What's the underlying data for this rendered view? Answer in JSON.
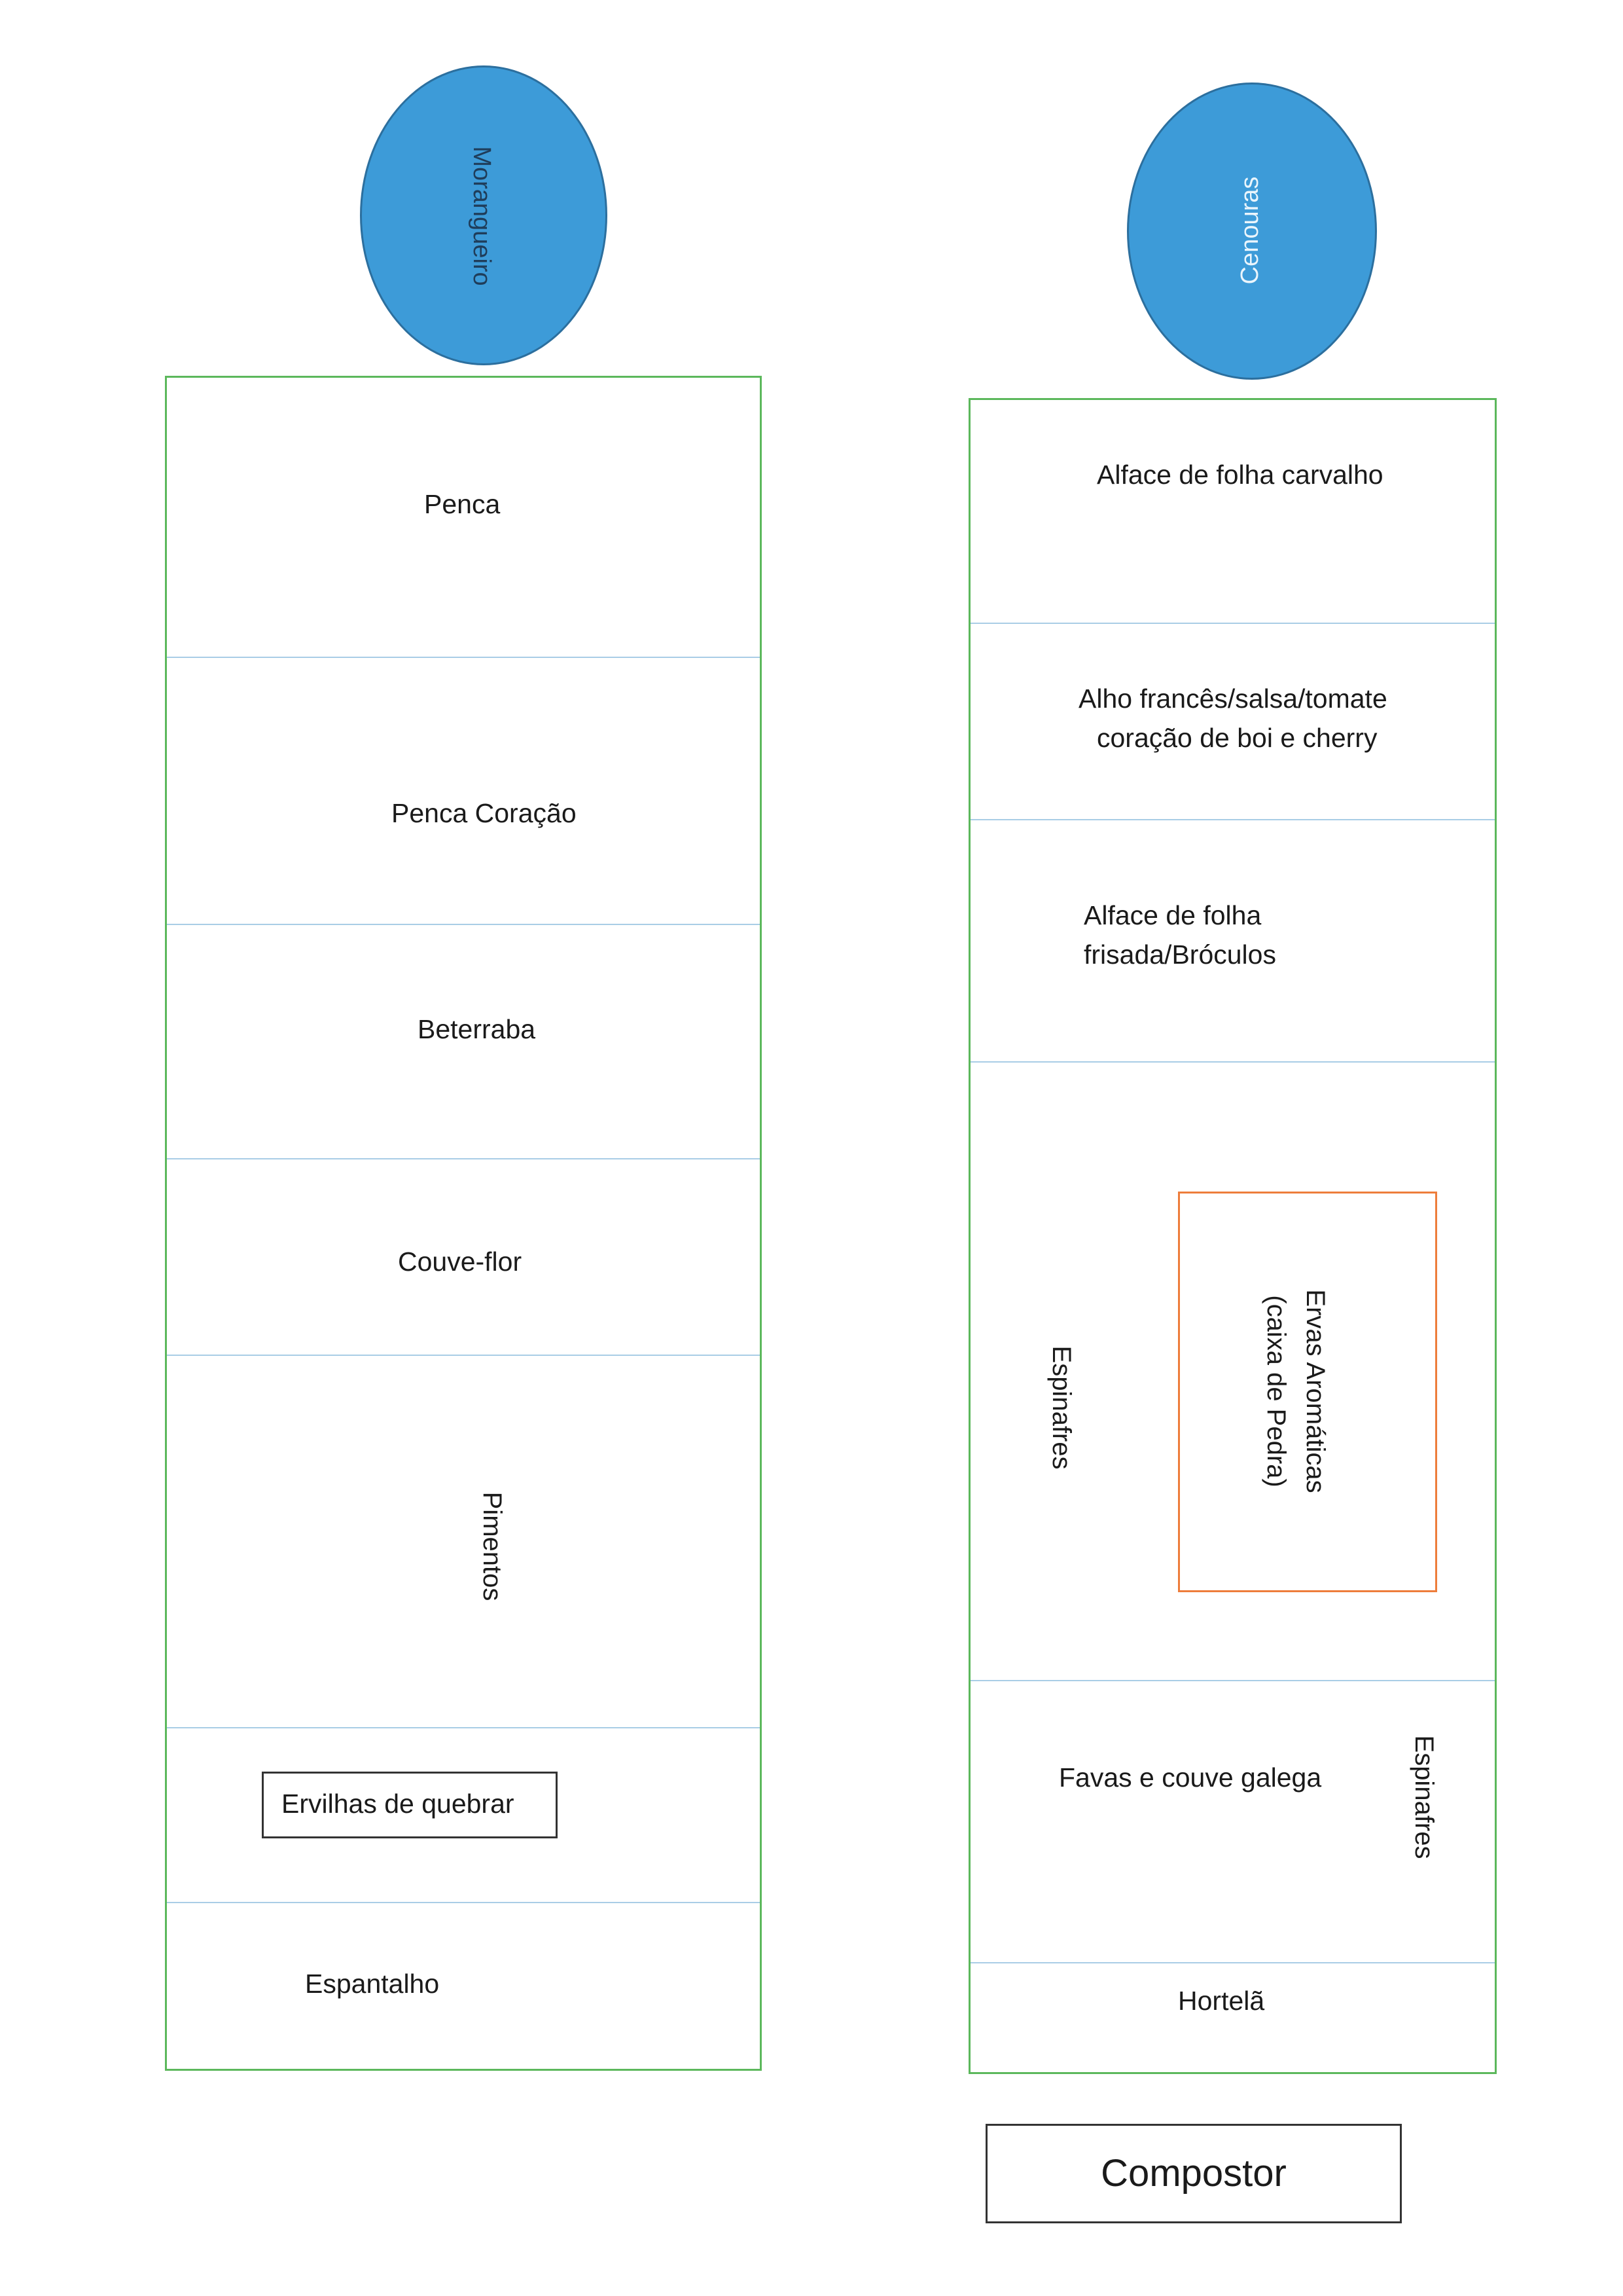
{
  "left_column": {
    "circle_label": "Morangueiro",
    "sections": {
      "penca": "Penca",
      "penca_coracao": "Penca Coração",
      "beterraba": "Beterraba",
      "couve_flor": "Couve-flor",
      "pimentos": "Pimentos",
      "ervilhas": "Ervilhas de quebrar",
      "espantalho": "Espantalho"
    }
  },
  "right_column": {
    "circle_label": "Cenouras",
    "sections": {
      "alface_carvalho": "Alface de folha carvalho",
      "alho_line1": "Alho francês/salsa/tomate",
      "alho_line2": "coração de boi e cherry",
      "alface_frisada_line1": "Alface de folha",
      "alface_frisada_line2": "frisada/Bróculos",
      "espinafres_1": "Espinafres",
      "ervas_line1": "Ervas Aromáticas",
      "ervas_line2": "(caixa de Pedra)",
      "favas": "Favas e couve galega",
      "espinafres_2": "Espinafres",
      "hortela": "Hortelã"
    },
    "compostor": "Compostor"
  },
  "colors": {
    "circle_fill": "#3d9bd8",
    "bed_border": "#5cb85c",
    "divider": "#a9cde6",
    "herb_box_border": "#ee7d3b"
  }
}
